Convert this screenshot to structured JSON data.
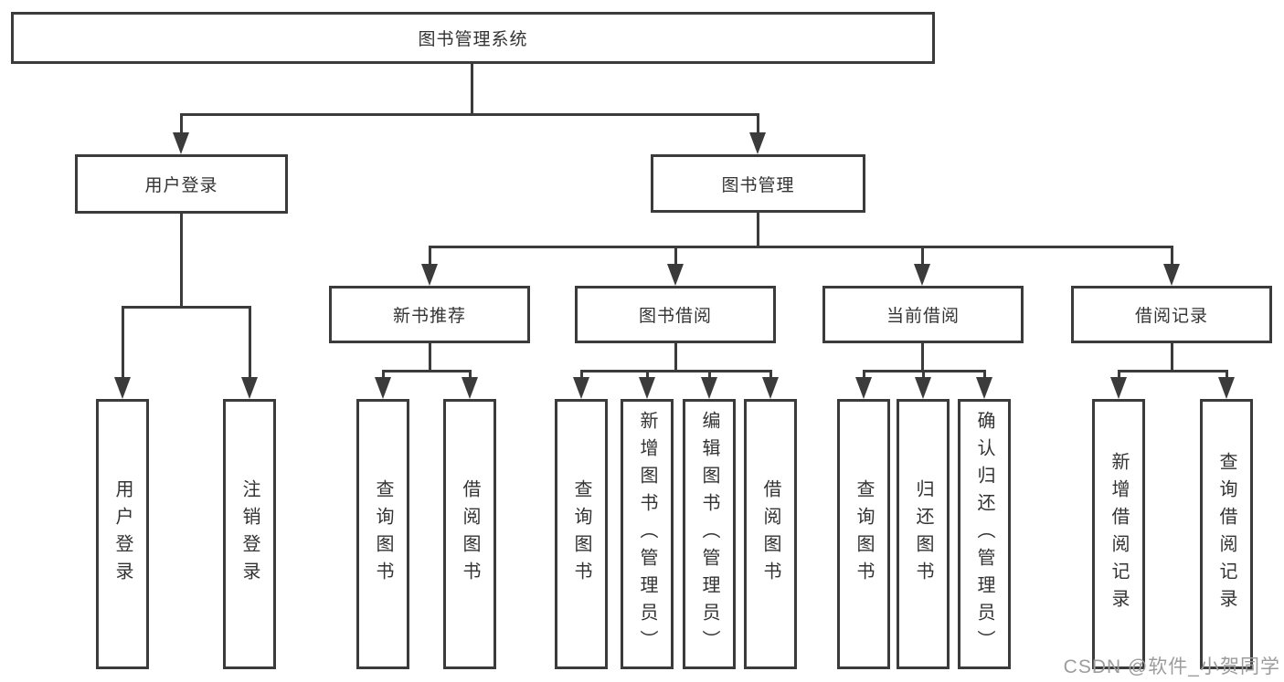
{
  "diagram": {
    "title_node": "图书管理系统",
    "root": {
      "label": "图书管理系统"
    },
    "branches": [
      {
        "label": "用户登录",
        "children": [
          "用户登录",
          "注销登录"
        ]
      },
      {
        "label": "图书管理",
        "sections": [
          {
            "label": "新书推荐",
            "children": [
              "查询图书",
              "借阅图书"
            ]
          },
          {
            "label": "图书借阅",
            "children": [
              "查询图书",
              "新增图书（管理员）",
              "编辑图书（管理员）",
              "借阅图书"
            ]
          },
          {
            "label": "当前借阅",
            "children": [
              "查询图书",
              "归还图书",
              "确认归还（管理员）"
            ]
          },
          {
            "label": "借阅记录",
            "children": [
              "新增借阅记录",
              "查询借阅记录"
            ]
          }
        ]
      }
    ]
  },
  "watermark": {
    "label": "CSDN @软件_小贺同学",
    "color": "#9c9c9c"
  },
  "colors": {
    "line": "#3b3b3b",
    "text": "#333333",
    "background": "#ffffff",
    "box_fill": "#ffffff"
  }
}
